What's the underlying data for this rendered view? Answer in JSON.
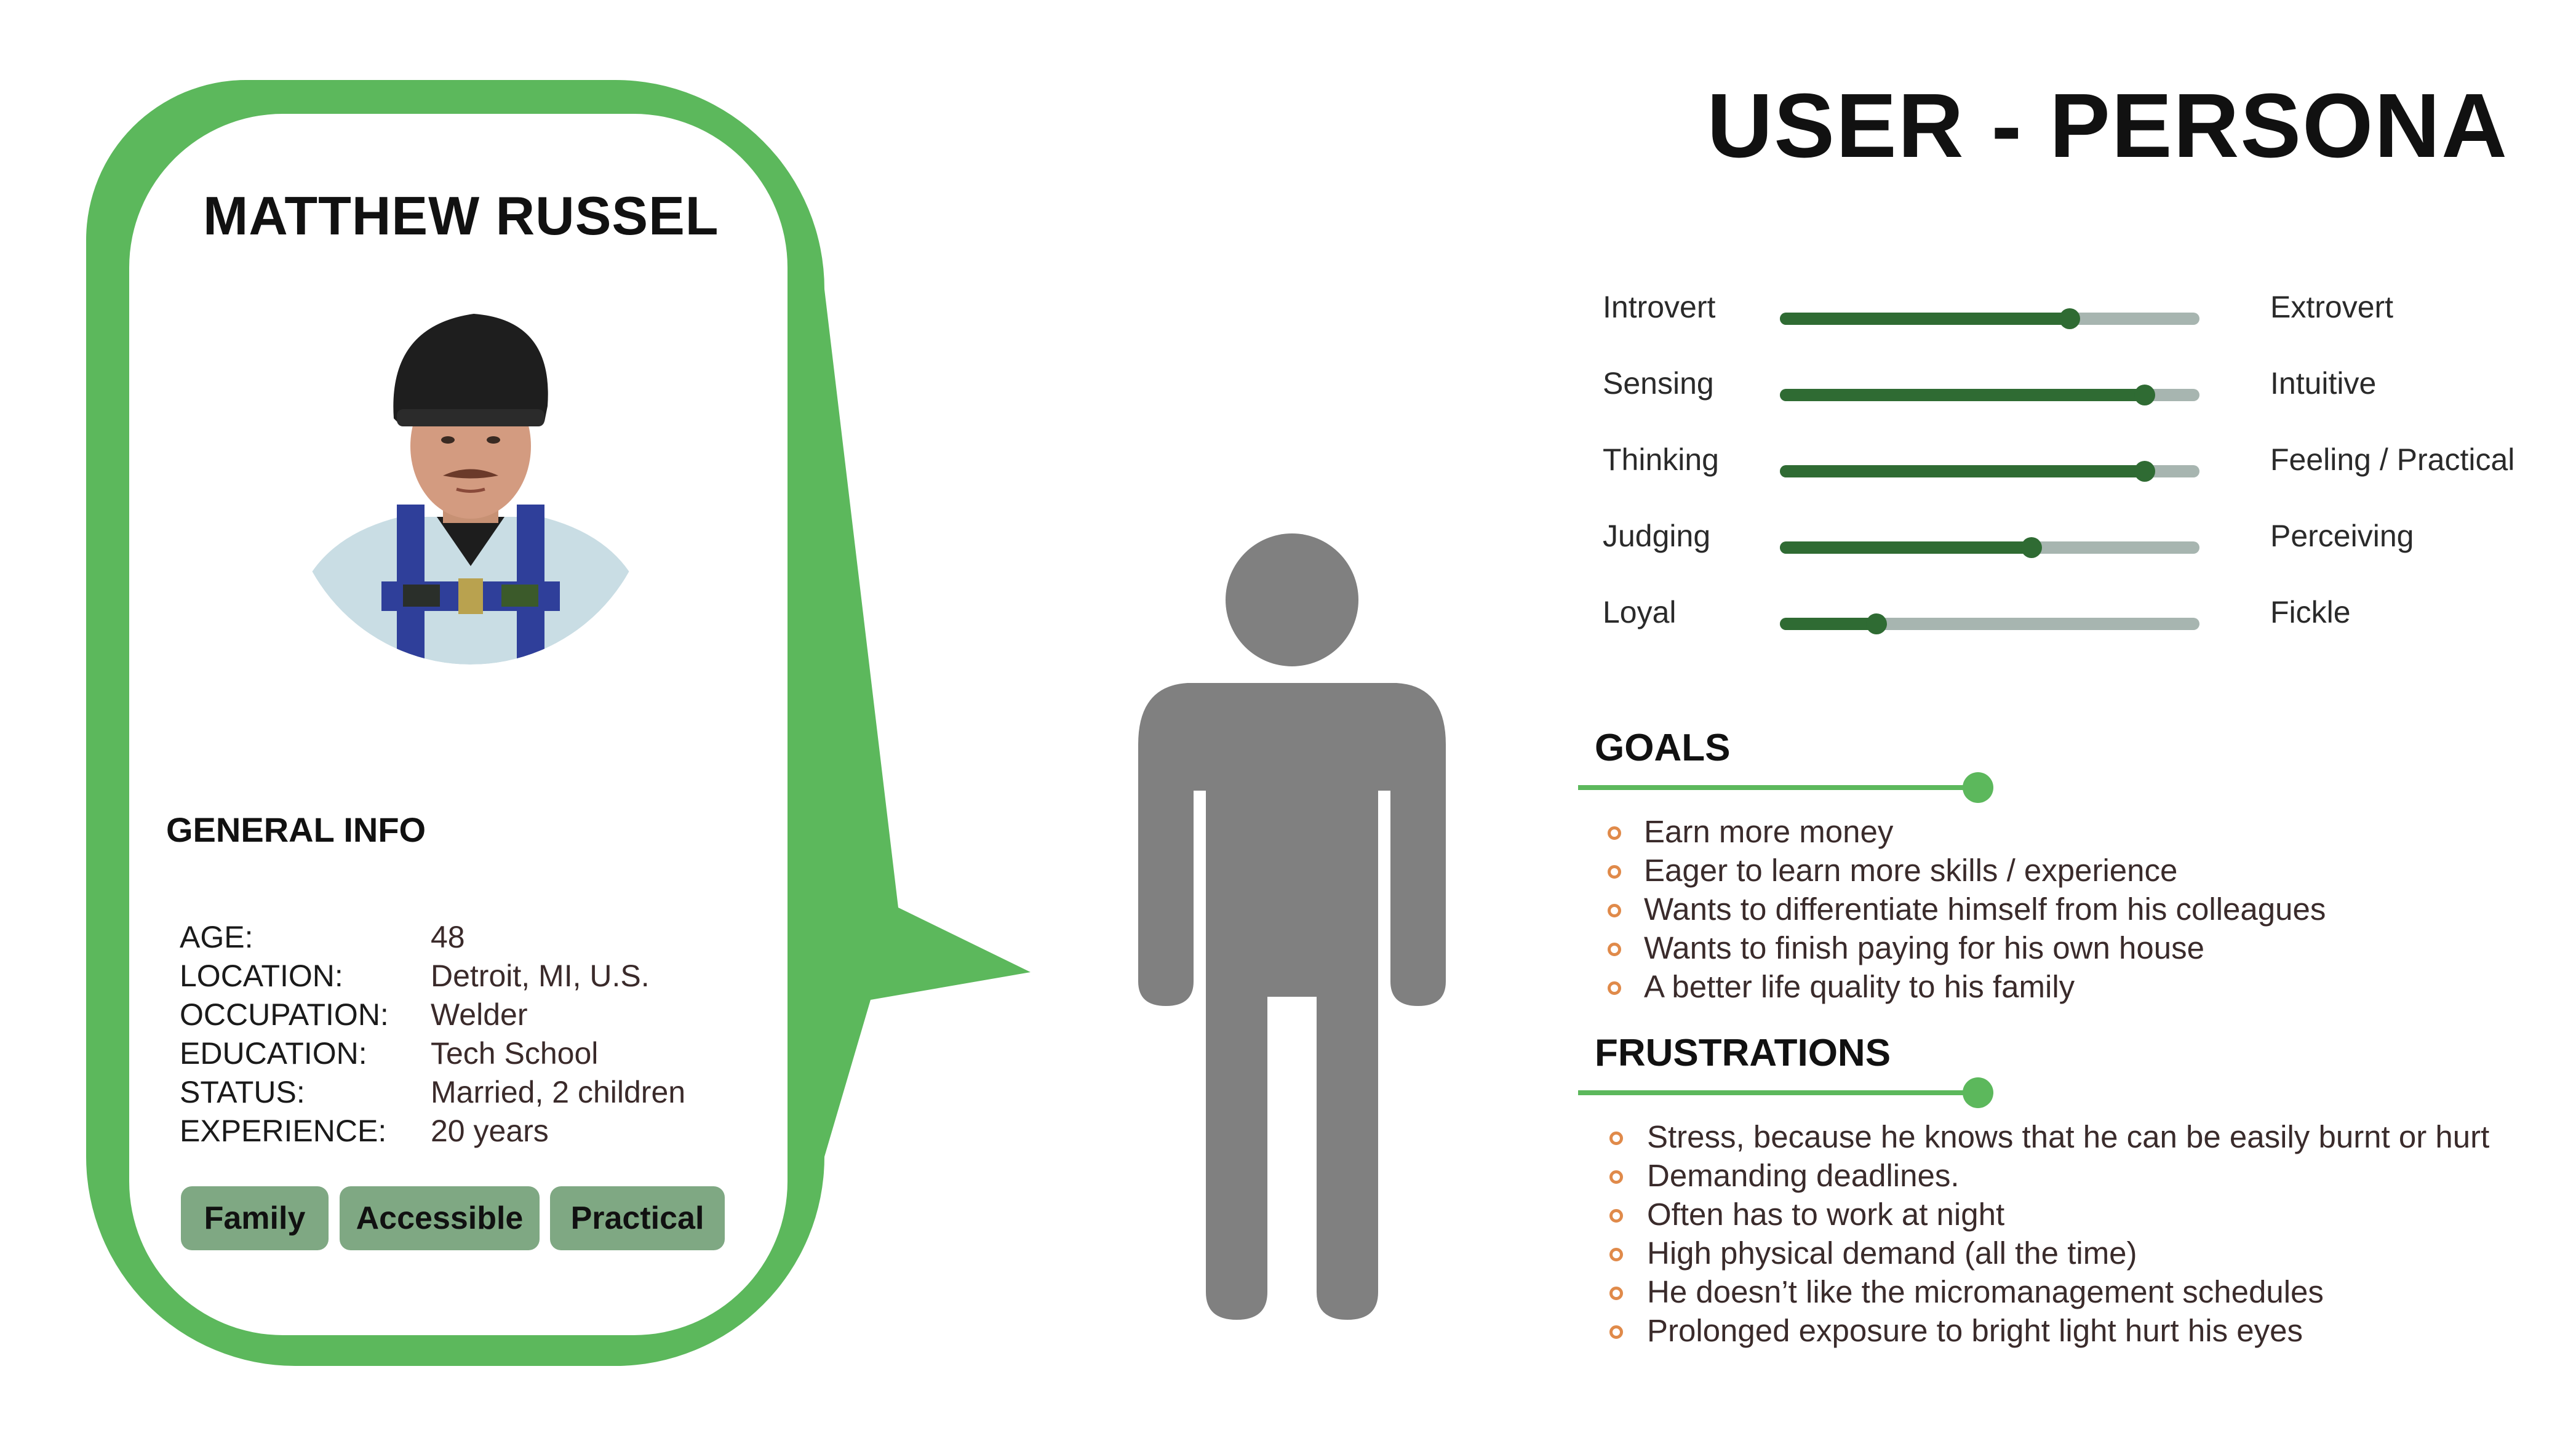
{
  "title": "USER - PERSONA",
  "persona": {
    "name": "MATTHEW RUSSEL",
    "general_info_heading": "GENERAL INFO",
    "info": [
      {
        "label": "AGE:",
        "value": "48"
      },
      {
        "label": "LOCATION:",
        "value": "Detroit, MI, U.S."
      },
      {
        "label": "OCCUPATION:",
        "value": "Welder"
      },
      {
        "label": "EDUCATION:",
        "value": "Tech School"
      },
      {
        "label": "STATUS:",
        "value": "Married, 2 children"
      },
      {
        "label": "EXPERIENCE:",
        "value": "20 years"
      }
    ],
    "tags": [
      "Family",
      "Accessible",
      "Practical"
    ]
  },
  "traits": [
    {
      "left": "Introvert",
      "right": "Extrovert",
      "level": 0.69
    },
    {
      "left": "Sensing",
      "right": "Intuitive",
      "level": 0.87
    },
    {
      "left": "Thinking",
      "right": "Feeling / Practical",
      "level": 0.87
    },
    {
      "left": "Judging",
      "right": "Perceiving",
      "level": 0.6
    },
    {
      "left": "Loyal",
      "right": "Fickle",
      "level": 0.23
    }
  ],
  "goals": {
    "heading": "GOALS",
    "items": [
      "Earn more money",
      "Eager to learn more skills / experience",
      "Wants to differentiate himself from his colleagues",
      "Wants to finish paying for his own house",
      "A better life quality to his family"
    ]
  },
  "frustrations": {
    "heading": "FRUSTRATIONS",
    "items": [
      "Stress, because he knows that  he can be easily burnt or hurt",
      "Demanding deadlines.",
      "Often has to work at night",
      "High physical demand (all the time)",
      "He doesn’t like the micromanagement schedules",
      "Prolonged exposure to bright light hurt his eyes"
    ]
  },
  "colors": {
    "bubble_green": "#5cb85c",
    "slider_fill": "#2f6b33",
    "slider_track": "#a7b5b0",
    "tag_bg": "#7fa883",
    "bullet": "#e08a4a",
    "figure_gray": "#808080"
  }
}
